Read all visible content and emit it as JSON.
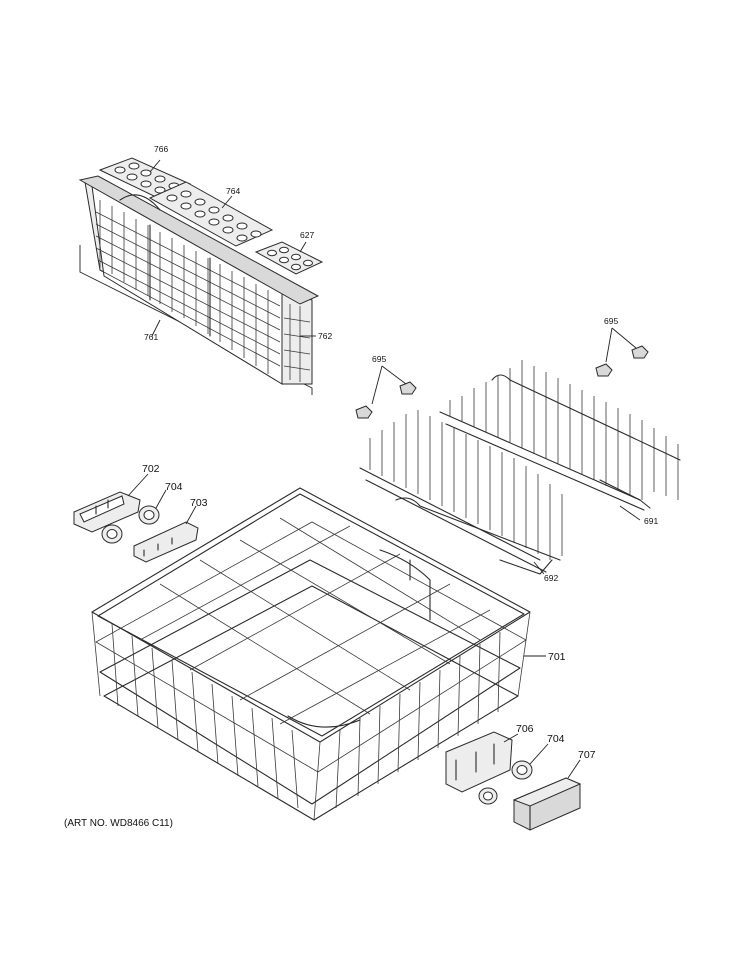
{
  "callouts": {
    "c766": "766",
    "c764": "764",
    "c627": "627",
    "c761": "761",
    "c762": "762",
    "c695a": "695",
    "c695b": "695",
    "c691": "691",
    "c692": "692",
    "c702": "702",
    "c704a": "704",
    "c703": "703",
    "c701": "701",
    "c706": "706",
    "c704b": "704",
    "c707": "707"
  },
  "art_number": "(ART NO. WD8466 C11)"
}
